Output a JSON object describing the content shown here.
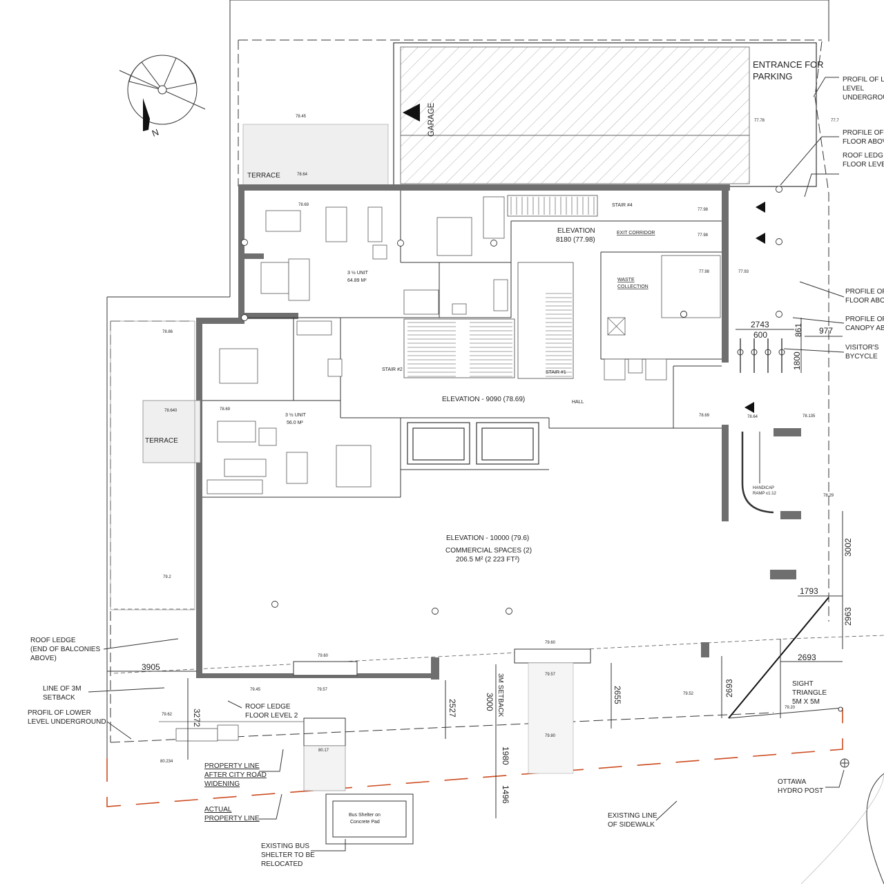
{
  "labels": {
    "entrance_parking_1": "ENTRANCE FOR",
    "entrance_parking_2": "PARKING",
    "profil_lower_level_1": "PROFIL OF L",
    "profil_lower_level_2": "LEVEL",
    "profil_lower_level_3": "UNDERGROU",
    "profile_floor_above_1": "PROFILE OF",
    "profile_floor_above_2": "FLOOR ABOV",
    "roof_ledge_top_1": "ROOF LEDG",
    "roof_ledge_top_2": "FLOOR LEVE",
    "garage": "GARAGE",
    "terrace_top": "TERRACE",
    "stair4": "STAIR #4",
    "elevation_8180_1": "ELEVATION",
    "elevation_8180_2": "8180 (77.98)",
    "exit_corridor": "EXIT CORRIDOR",
    "waste_1": "WASTE",
    "waste_2": "COLLECTION",
    "unit_a_1": "3 ½ UNIT",
    "unit_a_2": "64.89 M²",
    "unit_b_1": "3 ½ UNIT",
    "unit_b_2": "56.0 M²",
    "profile_floor_above_r_1": "PROFILE OF",
    "profile_floor_above_r_2": "FLOOR ABO",
    "profile_canopy_1": "PROFILE OF",
    "profile_canopy_2": "CANOPY AB",
    "visitors_1": "VISITOR'S",
    "visitors_2": "BYCYCLE",
    "stair2": "STAIR #2",
    "stair1": "STAIR #1",
    "elevation_9090": "ELEVATION - 9090 (78.69)",
    "hall": "HALL",
    "terrace_left": "TERRACE",
    "handicap_1": "HANDICAP",
    "handicap_2": "RAMP ≤1:12",
    "elevation_10000": "ELEVATION - 10000 (79.6)",
    "commercial_1": "COMMERCIAL SPACES (2)",
    "commercial_2": "206.5 M² (2 223 FT²)",
    "roof_ledge_left_1": "ROOF LEDGE",
    "roof_ledge_left_2": "(END OF BALCONIES",
    "roof_ledge_left_3": "ABOVE)",
    "setback_line_1": "LINE OF 3M",
    "setback_line_2": "SETBACK",
    "profil_lower_left_1": "PROFIL OF LOWER",
    "profil_lower_left_2": "LEVEL UNDERGROUND",
    "roof_ledge_l2_1": "ROOF LEDGE",
    "roof_ledge_l2_2": "FLOOR LEVEL 2",
    "setback_3m": "3M  SETBACK",
    "sight_1": "SIGHT",
    "sight_2": "TRIANGLE",
    "sight_3": "5M X 5M",
    "prop_after_1": "PROPERTY LINE",
    "prop_after_2": "AFTER CITY ROAD",
    "prop_after_3": "WIDENING",
    "actual_1": "ACTUAL",
    "actual_2": "PROPERTY LINE",
    "ottawa_1": "OTTAWA",
    "ottawa_2": "HYDRO POST",
    "sidewalk_1": "EXISTING LINE",
    "sidewalk_2": "OF SIDEWALK",
    "bus_1": "Bus Shelter on",
    "bus_2": "Concrete Pad",
    "existing_bus_1": "EXISTING BUS",
    "existing_bus_2": "SHELTER TO BE",
    "existing_bus_3": "RELOCATED",
    "north": "N"
  },
  "dimensions": {
    "d2743": "2743",
    "d600": "600",
    "d861": "861",
    "d977": "977",
    "d1800": "1800",
    "d3002": "3002",
    "d1793": "1793",
    "d2963": "2963",
    "d2693_a": "2693",
    "d2693_b": "2693",
    "d3905": "3905",
    "d3272": "3272",
    "d2527": "2527",
    "d3000": "3000",
    "d2655": "2655",
    "d1980": "1980",
    "d1496": "1496"
  },
  "spot_levels": {
    "e7845": "78.45",
    "e7864": "78.64",
    "e7869a": "78.69",
    "e7778": "77.78",
    "e777": "77.7",
    "e7798a": "77.98",
    "e7798b": "77.98",
    "e7798c": "77.98",
    "e7793": "77.93",
    "e7886": "78.86",
    "e78640": "78.640",
    "e7869b": "78.69",
    "e7869c": "78.69",
    "e7864b": "78.64",
    "e78135": "78.135",
    "e7829": "78.29",
    "e792": "79.2",
    "e7960a": "79.60",
    "e7960b": "79.60",
    "e7957a": "79.57",
    "e7957b": "79.57",
    "e7945": "79.45",
    "e7962": "79.62",
    "e7952": "79.52",
    "e7920": "79.20",
    "e7980": "79.80",
    "e8017": "80.17",
    "e80234": "80.234"
  }
}
